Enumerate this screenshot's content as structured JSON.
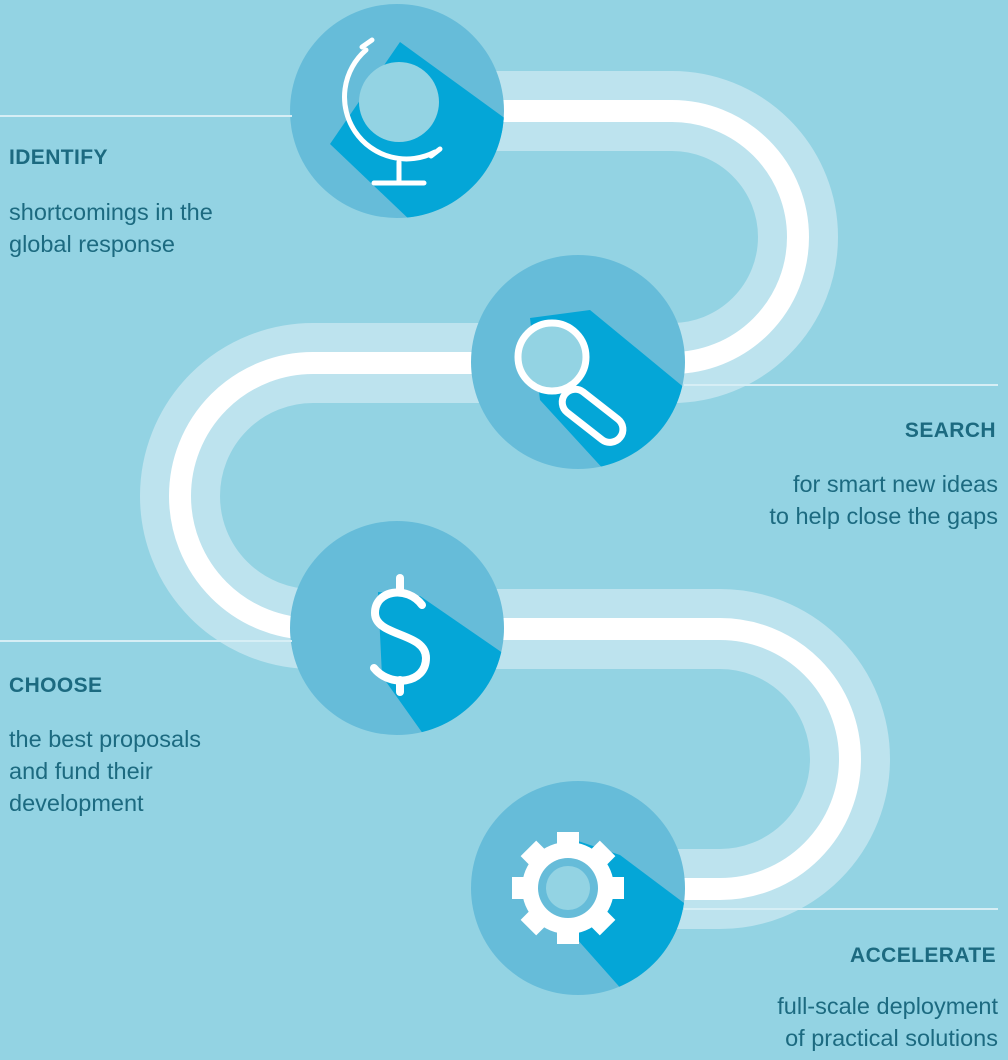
{
  "steps": [
    {
      "title": "IDENTIFY",
      "description": "shortcomings in the\nglobal response",
      "icon": "globe-icon"
    },
    {
      "title": "SEARCH",
      "description": "for smart new ideas\nto help close the gaps",
      "icon": "magnifier-icon"
    },
    {
      "title": "CHOOSE",
      "description": "the best proposals\nand fund their\ndevelopment",
      "icon": "dollar-icon"
    },
    {
      "title": "ACCELERATE",
      "description": "full-scale deployment\nof practical solutions",
      "icon": "gear-icon"
    }
  ],
  "colors": {
    "background": "#93d3e3",
    "circle": "#66bcd9",
    "shadow": "#04a6d7",
    "road_outer": "#bde3ee",
    "road_inner": "#ffffff",
    "text": "#1c6a80"
  }
}
